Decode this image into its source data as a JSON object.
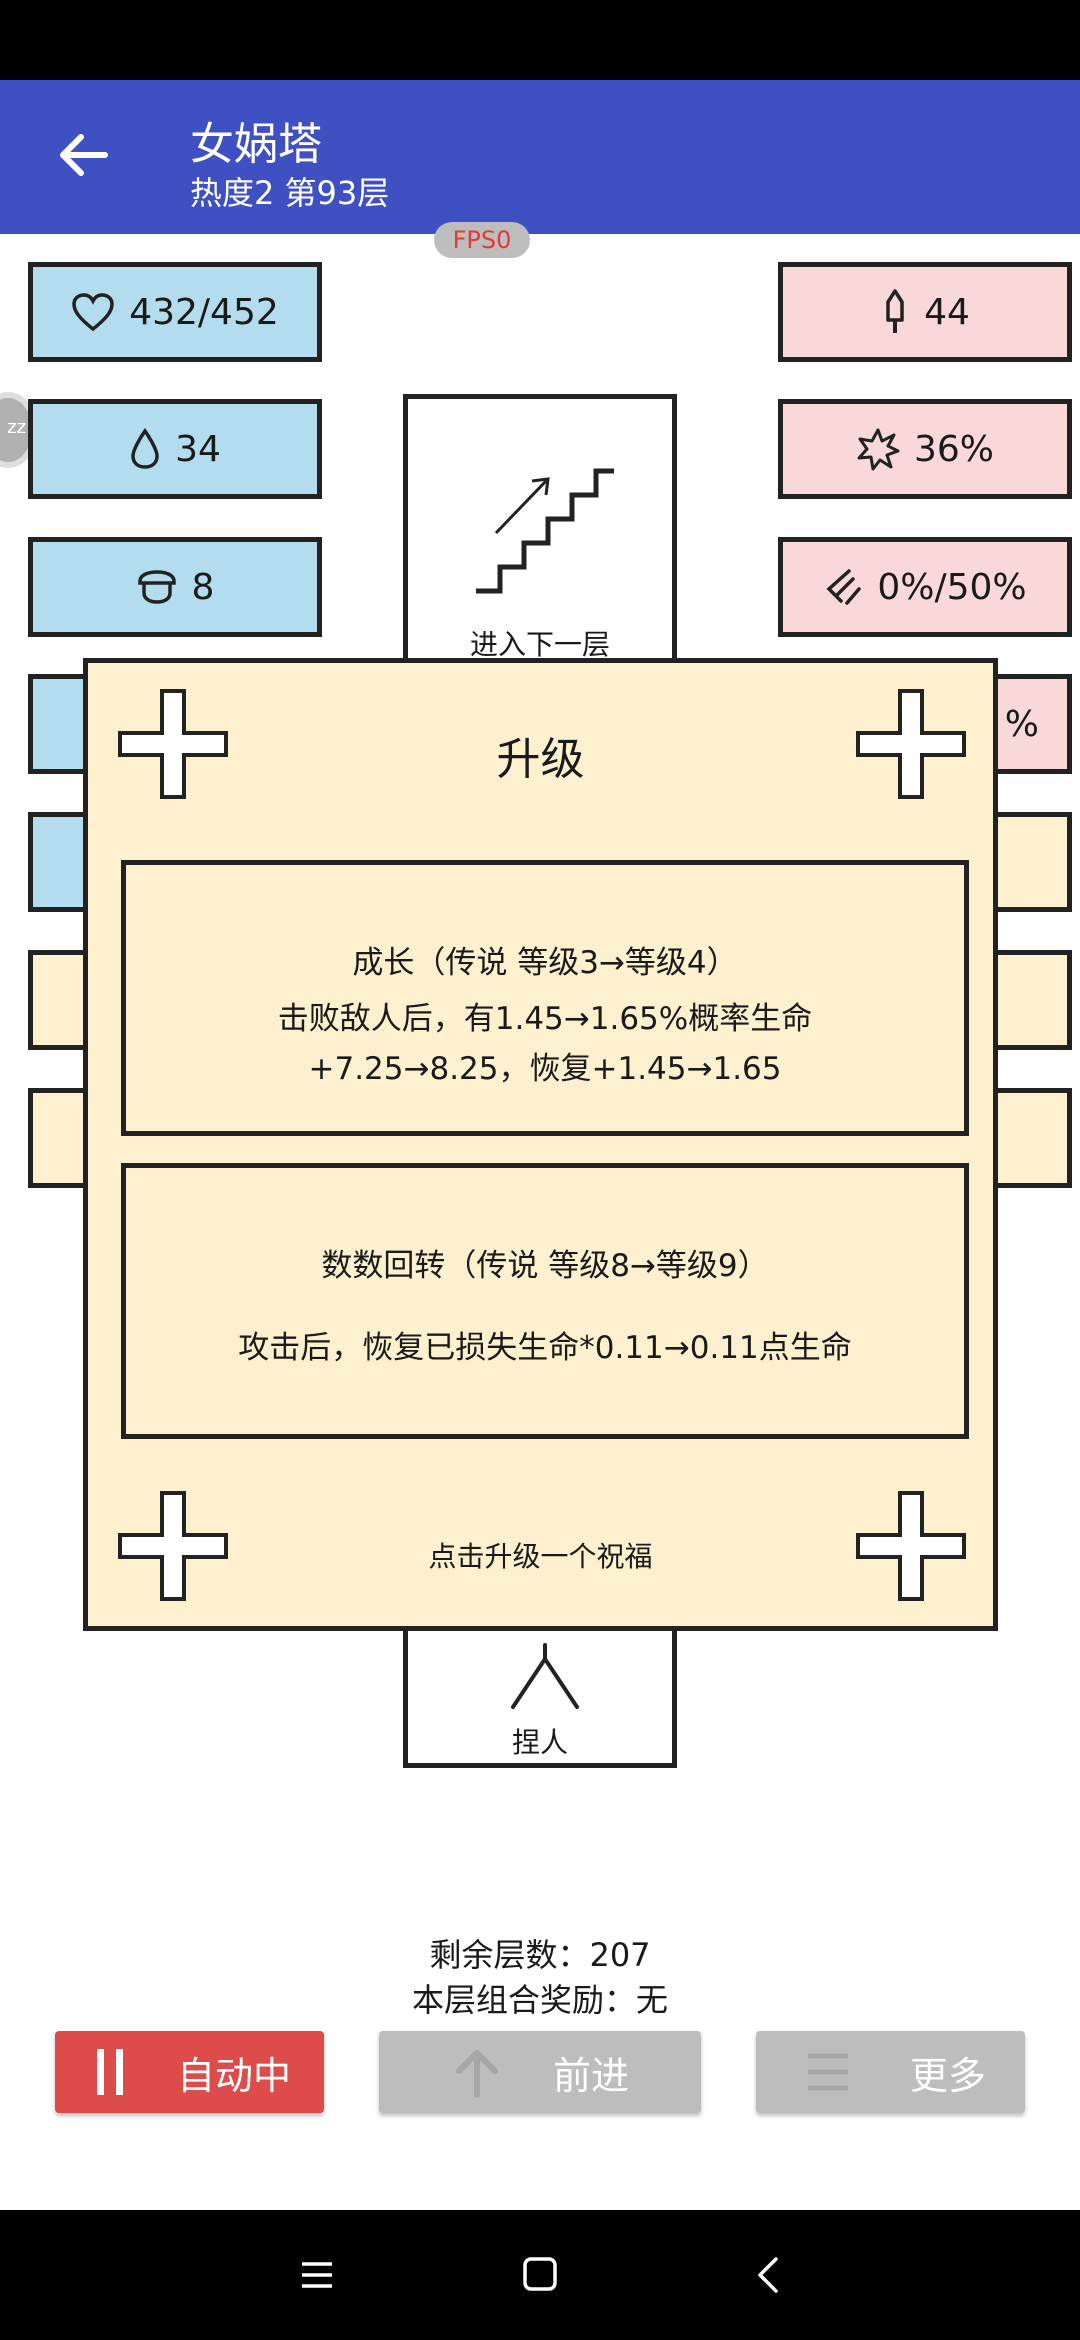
{
  "app": {
    "title": "女娲塔",
    "subtitle": "热度2 第93层",
    "fps": "FPS0",
    "bubble": "zz"
  },
  "stats": {
    "hp": "432/452",
    "mana": "34",
    "defense": "8",
    "attack": "44",
    "crit": "36%",
    "pierce": "0%/50%",
    "partial_right": "%"
  },
  "tiles": {
    "next_floor": "进入下一层",
    "pinch": "捏人"
  },
  "dialog": {
    "title": "升级",
    "cards": [
      {
        "title": "成长（传说 等级3→等级4）",
        "line1": "击败敌人后，有1.45→1.65%概率生命",
        "line2": "+7.25→8.25，恢复+1.45→1.65"
      },
      {
        "title": "数数回转（传说 等级8→等级9）",
        "line1": "攻击后，恢复已损失生命*0.11→0.11点生命"
      }
    ],
    "hint": "点击升级一个祝福"
  },
  "info": {
    "remaining_floors": "剩余层数：207",
    "combo_bonus": "本层组合奖励：无"
  },
  "buttons": {
    "auto": "自动中",
    "forward": "前进",
    "more": "更多"
  },
  "colors": {
    "app_bar": "#3f51c2",
    "blue_stat": "#b3dcef",
    "pink_stat": "#f8d8d8",
    "dialog_bg": "#fdf0cf",
    "auto_button": "#dd4b4b",
    "disabled_button": "#bdbdbd"
  },
  "icons": {
    "back": "arrow-left-icon",
    "hp": "heart-icon",
    "mana": "drop-icon",
    "defense": "helmet-icon",
    "attack": "sword-icon",
    "crit": "burst-icon",
    "pierce": "slash-icon",
    "pause": "pause-icon",
    "forward": "arrow-up-icon",
    "more": "menu-icon"
  }
}
